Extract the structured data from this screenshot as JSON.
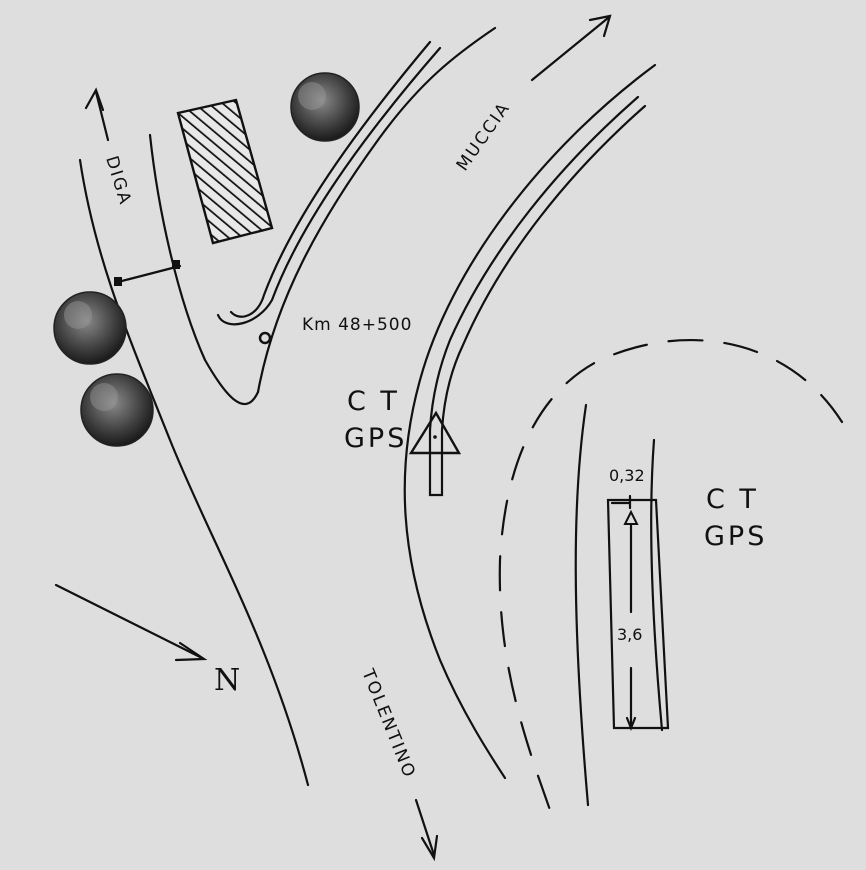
{
  "places": {
    "diga": "DIGA",
    "muccia": "MUCCIA",
    "tolentino": "TOLENTINO"
  },
  "km_marker": "Km 48+500",
  "stations": [
    {
      "line1": "C T",
      "line2": "GPS"
    },
    {
      "line1": "C T",
      "line2": "GPS"
    }
  ],
  "north_symbol": "N",
  "dimensions": {
    "width": "0,32",
    "length": "3,6"
  },
  "colors": {
    "background": "#dedede",
    "ink": "#111111"
  }
}
